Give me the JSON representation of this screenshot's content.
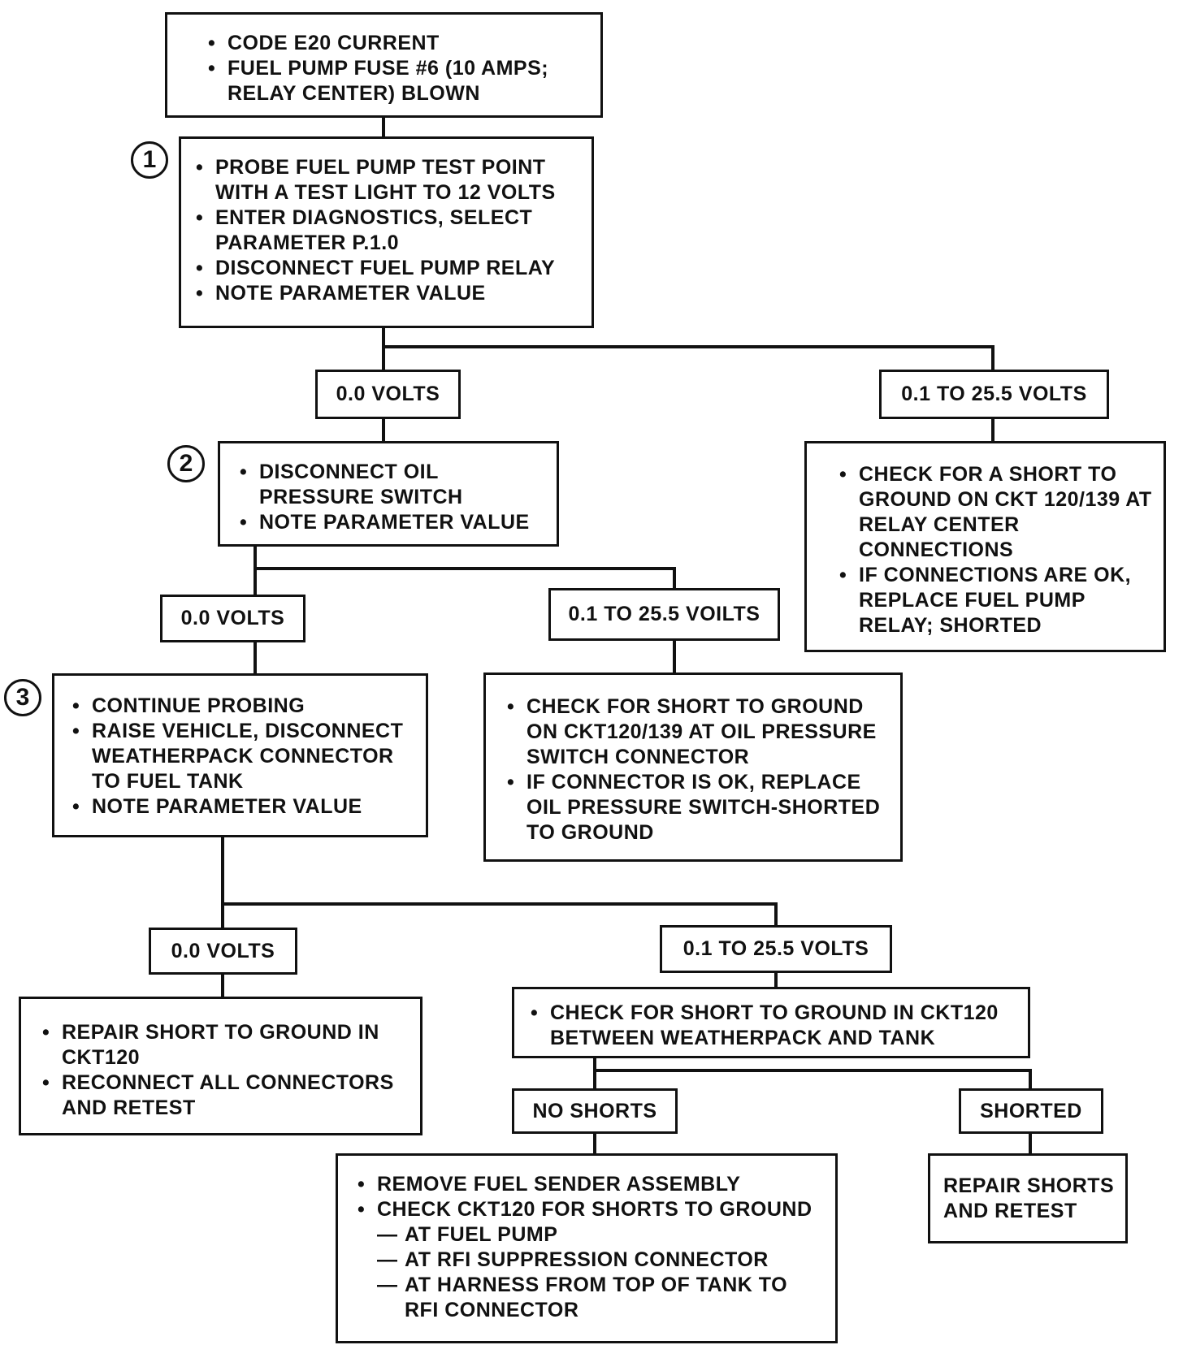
{
  "start": {
    "items": [
      "CODE E20 CURRENT",
      "FUEL PUMP FUSE #6 (10 AMPS; RELAY CENTER) BLOWN"
    ]
  },
  "step1": {
    "number": "1",
    "items": [
      "PROBE FUEL PUMP TEST POINT WITH A TEST LIGHT TO 12 VOLTS",
      "ENTER DIAGNOSTICS, SELECT PARAMETER P.1.0",
      "DISCONNECT FUEL PUMP RELAY",
      "NOTE PARAMETER VALUE"
    ]
  },
  "step1_low_label": "0.0 VOLTS",
  "step1_high_label": "0.1 TO 25.5 VOLTS",
  "step1_high_action": {
    "items": [
      "CHECK FOR A SHORT TO GROUND ON CKT 120/139 AT RELAY CENTER CONNECTIONS",
      "IF CONNECTIONS ARE OK, REPLACE FUEL PUMP RELAY; SHORTED"
    ]
  },
  "step2": {
    "number": "2",
    "items": [
      "DISCONNECT OIL PRESSURE SWITCH",
      "NOTE PARAMETER VALUE"
    ]
  },
  "step2_low_label": "0.0 VOLTS",
  "step2_high_label": "0.1 TO 25.5 VOILTS",
  "step2_high_action": {
    "items": [
      "CHECK FOR SHORT TO GROUND ON CKT120/139 AT OIL PRESSURE SWITCH CONNECTOR",
      "IF CONNECTOR IS OK, REPLACE OIL PRESSURE SWITCH-SHORTED TO GROUND"
    ]
  },
  "step3": {
    "number": "3",
    "items": [
      "CONTINUE PROBING",
      "RAISE VEHICLE, DISCONNECT WEATHERPACK CONNECTOR TO FUEL TANK",
      "NOTE PARAMETER VALUE"
    ]
  },
  "step3_low_label": "0.0 VOLTS",
  "step3_low_action": {
    "items": [
      "REPAIR SHORT TO GROUND IN CKT120",
      "RECONNECT ALL CONNECTORS AND RETEST"
    ]
  },
  "step3_high_label": "0.1 TO 25.5 VOLTS",
  "step3_high_action": {
    "items": [
      "CHECK FOR SHORT TO GROUND IN CKT120 BETWEEN WEATHERPACK AND TANK"
    ]
  },
  "no_shorts_label": "NO SHORTS",
  "shorted_label": "SHORTED",
  "no_shorts_action": {
    "items": [
      "REMOVE FUEL SENDER ASSEMBLY",
      "CHECK CKT120 FOR SHORTS TO GROUND"
    ],
    "sub_items": [
      "AT FUEL PUMP",
      "AT RFI SUPPRESSION CONNECTOR",
      "AT HARNESS FROM TOP OF TANK TO RFI CONNECTOR"
    ]
  },
  "shorted_action": {
    "text": "REPAIR SHORTS AND RETEST"
  }
}
